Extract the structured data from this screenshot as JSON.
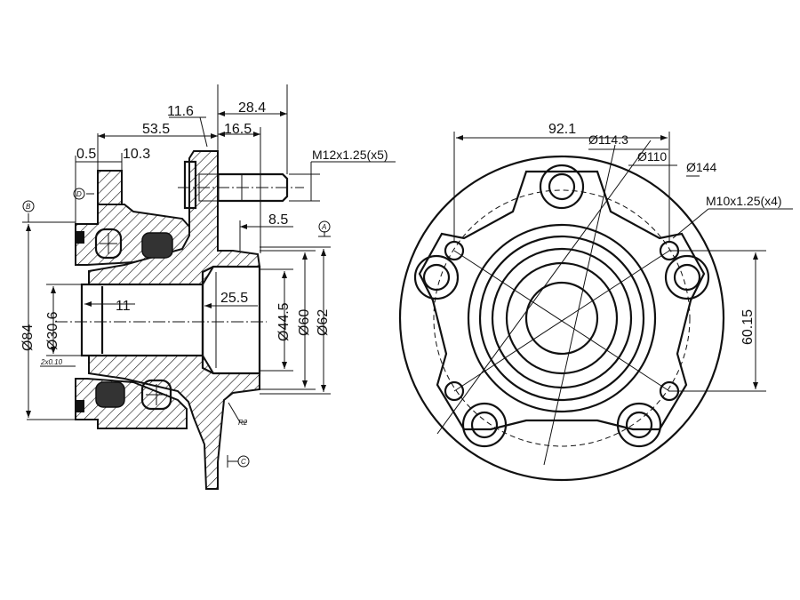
{
  "side_view": {
    "dims": {
      "d11_6": "11.6",
      "d28_4": "28.4",
      "d53_5": "53.5",
      "d16_5": "16.5",
      "d0_5": "0.5",
      "d10_3": "10.3",
      "thread": "M12x1.25(x5)",
      "d8_5": "8.5",
      "dia84": "Ø84",
      "dia30_6": "Ø30.6",
      "d11": "11",
      "d25_5": "25.5",
      "dia44_5": "Ø44.5",
      "dia60": "Ø60",
      "dia62": "Ø62",
      "r2": "R2",
      "chamfer": "2x0.10"
    },
    "datums": [
      "A",
      "B",
      "C",
      "D"
    ]
  },
  "front_view": {
    "dims": {
      "d92_1": "92.1",
      "dia114_3": "Ø114.3",
      "dia110": "Ø110",
      "dia144": "Ø144",
      "thread": "M10x1.25(x4)",
      "d60_15": "60.15"
    }
  }
}
